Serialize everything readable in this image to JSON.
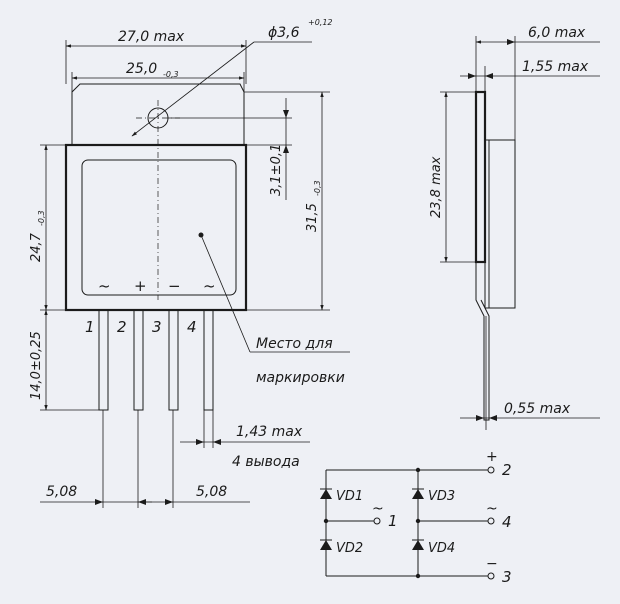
{
  "front_view": {
    "dim_width_overall": "27,0 max",
    "dim_width_body": "25,0",
    "dim_width_body_tol": "-0,3",
    "dim_hole_dia": "ϕ3,6",
    "dim_hole_dia_tol": "+0,12",
    "dim_hole_offset": "3,1±0,1",
    "dim_height_total": "31,5",
    "dim_height_total_tol": "-0,3",
    "dim_height_body": "24,7",
    "dim_height_body_tol": "-0,3",
    "dim_lead_length": "14,0±0,25",
    "dim_pitch_left": "5,08",
    "dim_pitch_right": "5,08",
    "dim_lead_width": "1,43 max",
    "dim_lead_note": "4 вывода",
    "pin_symbols": [
      "~",
      "+",
      "−",
      "~"
    ],
    "pin_numbers": [
      "1",
      "2",
      "3",
      "4"
    ],
    "marking_label_line1": "Место для",
    "marking_label_line2": "маркировки"
  },
  "side_view": {
    "dim_thickness": "6,0 max",
    "dim_flange": "1,55 max",
    "dim_height": "23,8 max",
    "dim_lead_thickness": "0,55 max"
  },
  "schematic": {
    "diodes": [
      "VD1",
      "VD2",
      "VD3",
      "VD4"
    ],
    "terminal_plus_sign": "+",
    "terminal_plus_num": "2",
    "terminal_ac1_sign": "~",
    "terminal_ac1_num": "1",
    "terminal_ac2_sign": "~",
    "terminal_ac2_num": "4",
    "terminal_minus_sign": "−",
    "terminal_minus_num": "3"
  }
}
